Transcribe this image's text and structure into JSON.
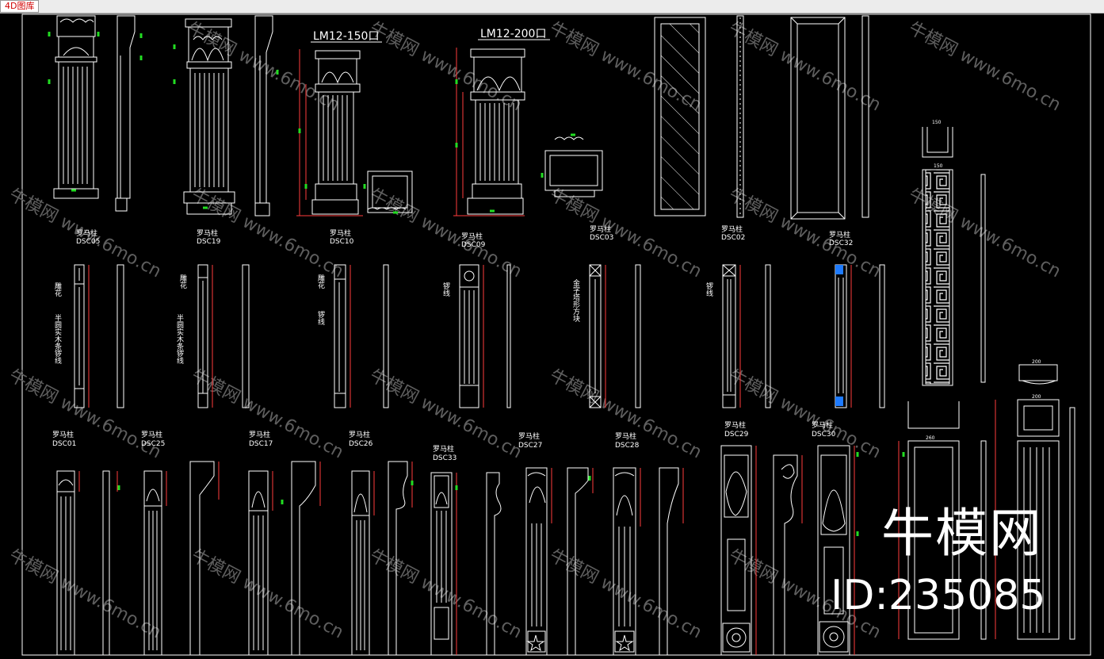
{
  "window": {
    "tab_label": "4D图库"
  },
  "headings": {
    "lm150": "LM12-150口",
    "lm200": "LM12-200口"
  },
  "labels": {
    "dsc05": [
      "罗马柱",
      "DSC05"
    ],
    "dsc19": [
      "罗马柱",
      "DSC19"
    ],
    "dsc10": [
      "罗马柱",
      "DSC10"
    ],
    "dsc09": [
      "罗马柱",
      "DSC09"
    ],
    "dsc03": [
      "罗马柱",
      "DSC03"
    ],
    "dsc02": [
      "罗马柱",
      "DSC02"
    ],
    "dsc32": [
      "罗马柱",
      "DSC32"
    ],
    "dsc01": [
      "罗马柱",
      "DSC01"
    ],
    "dsc25": [
      "罗马柱",
      "DSC25"
    ],
    "dsc17": [
      "罗马柱",
      "DSC17"
    ],
    "dsc26": [
      "罗马柱",
      "DSC26"
    ],
    "dsc33": [
      "罗马柱",
      "DSC33"
    ],
    "dsc27": [
      "罗马柱",
      "DSC27"
    ],
    "dsc28": [
      "罗马柱",
      "DSC28"
    ],
    "dsc29": [
      "罗马柱",
      "DSC29"
    ],
    "dsc30": [
      "罗马柱",
      "DSC30"
    ]
  },
  "annotations": {
    "carving": "雕花",
    "carving_2": "雕花",
    "carving_3": "雕花",
    "half_round_bead": "半圆实木条锣线",
    "half_round_bead_2": "半圆实木条锣线",
    "router_line": "锣线",
    "router_line_2": "锣线",
    "router_line_3": "锣线",
    "pyramid_block": "金字塔形方块"
  },
  "dimensions": [
    "150",
    "150",
    "200",
    "260",
    "200"
  ],
  "watermark": {
    "repeat_text": "牛模网 www.6mo.cn",
    "big_text": "牛模网",
    "id_text": "ID:235085"
  },
  "colors": {
    "background": "#000000",
    "linework": "#ffffff",
    "dimension": "#ff3b3b",
    "marker": "#22dd22",
    "selection": "#1e7bff",
    "watermark": "#5e5e5e"
  }
}
